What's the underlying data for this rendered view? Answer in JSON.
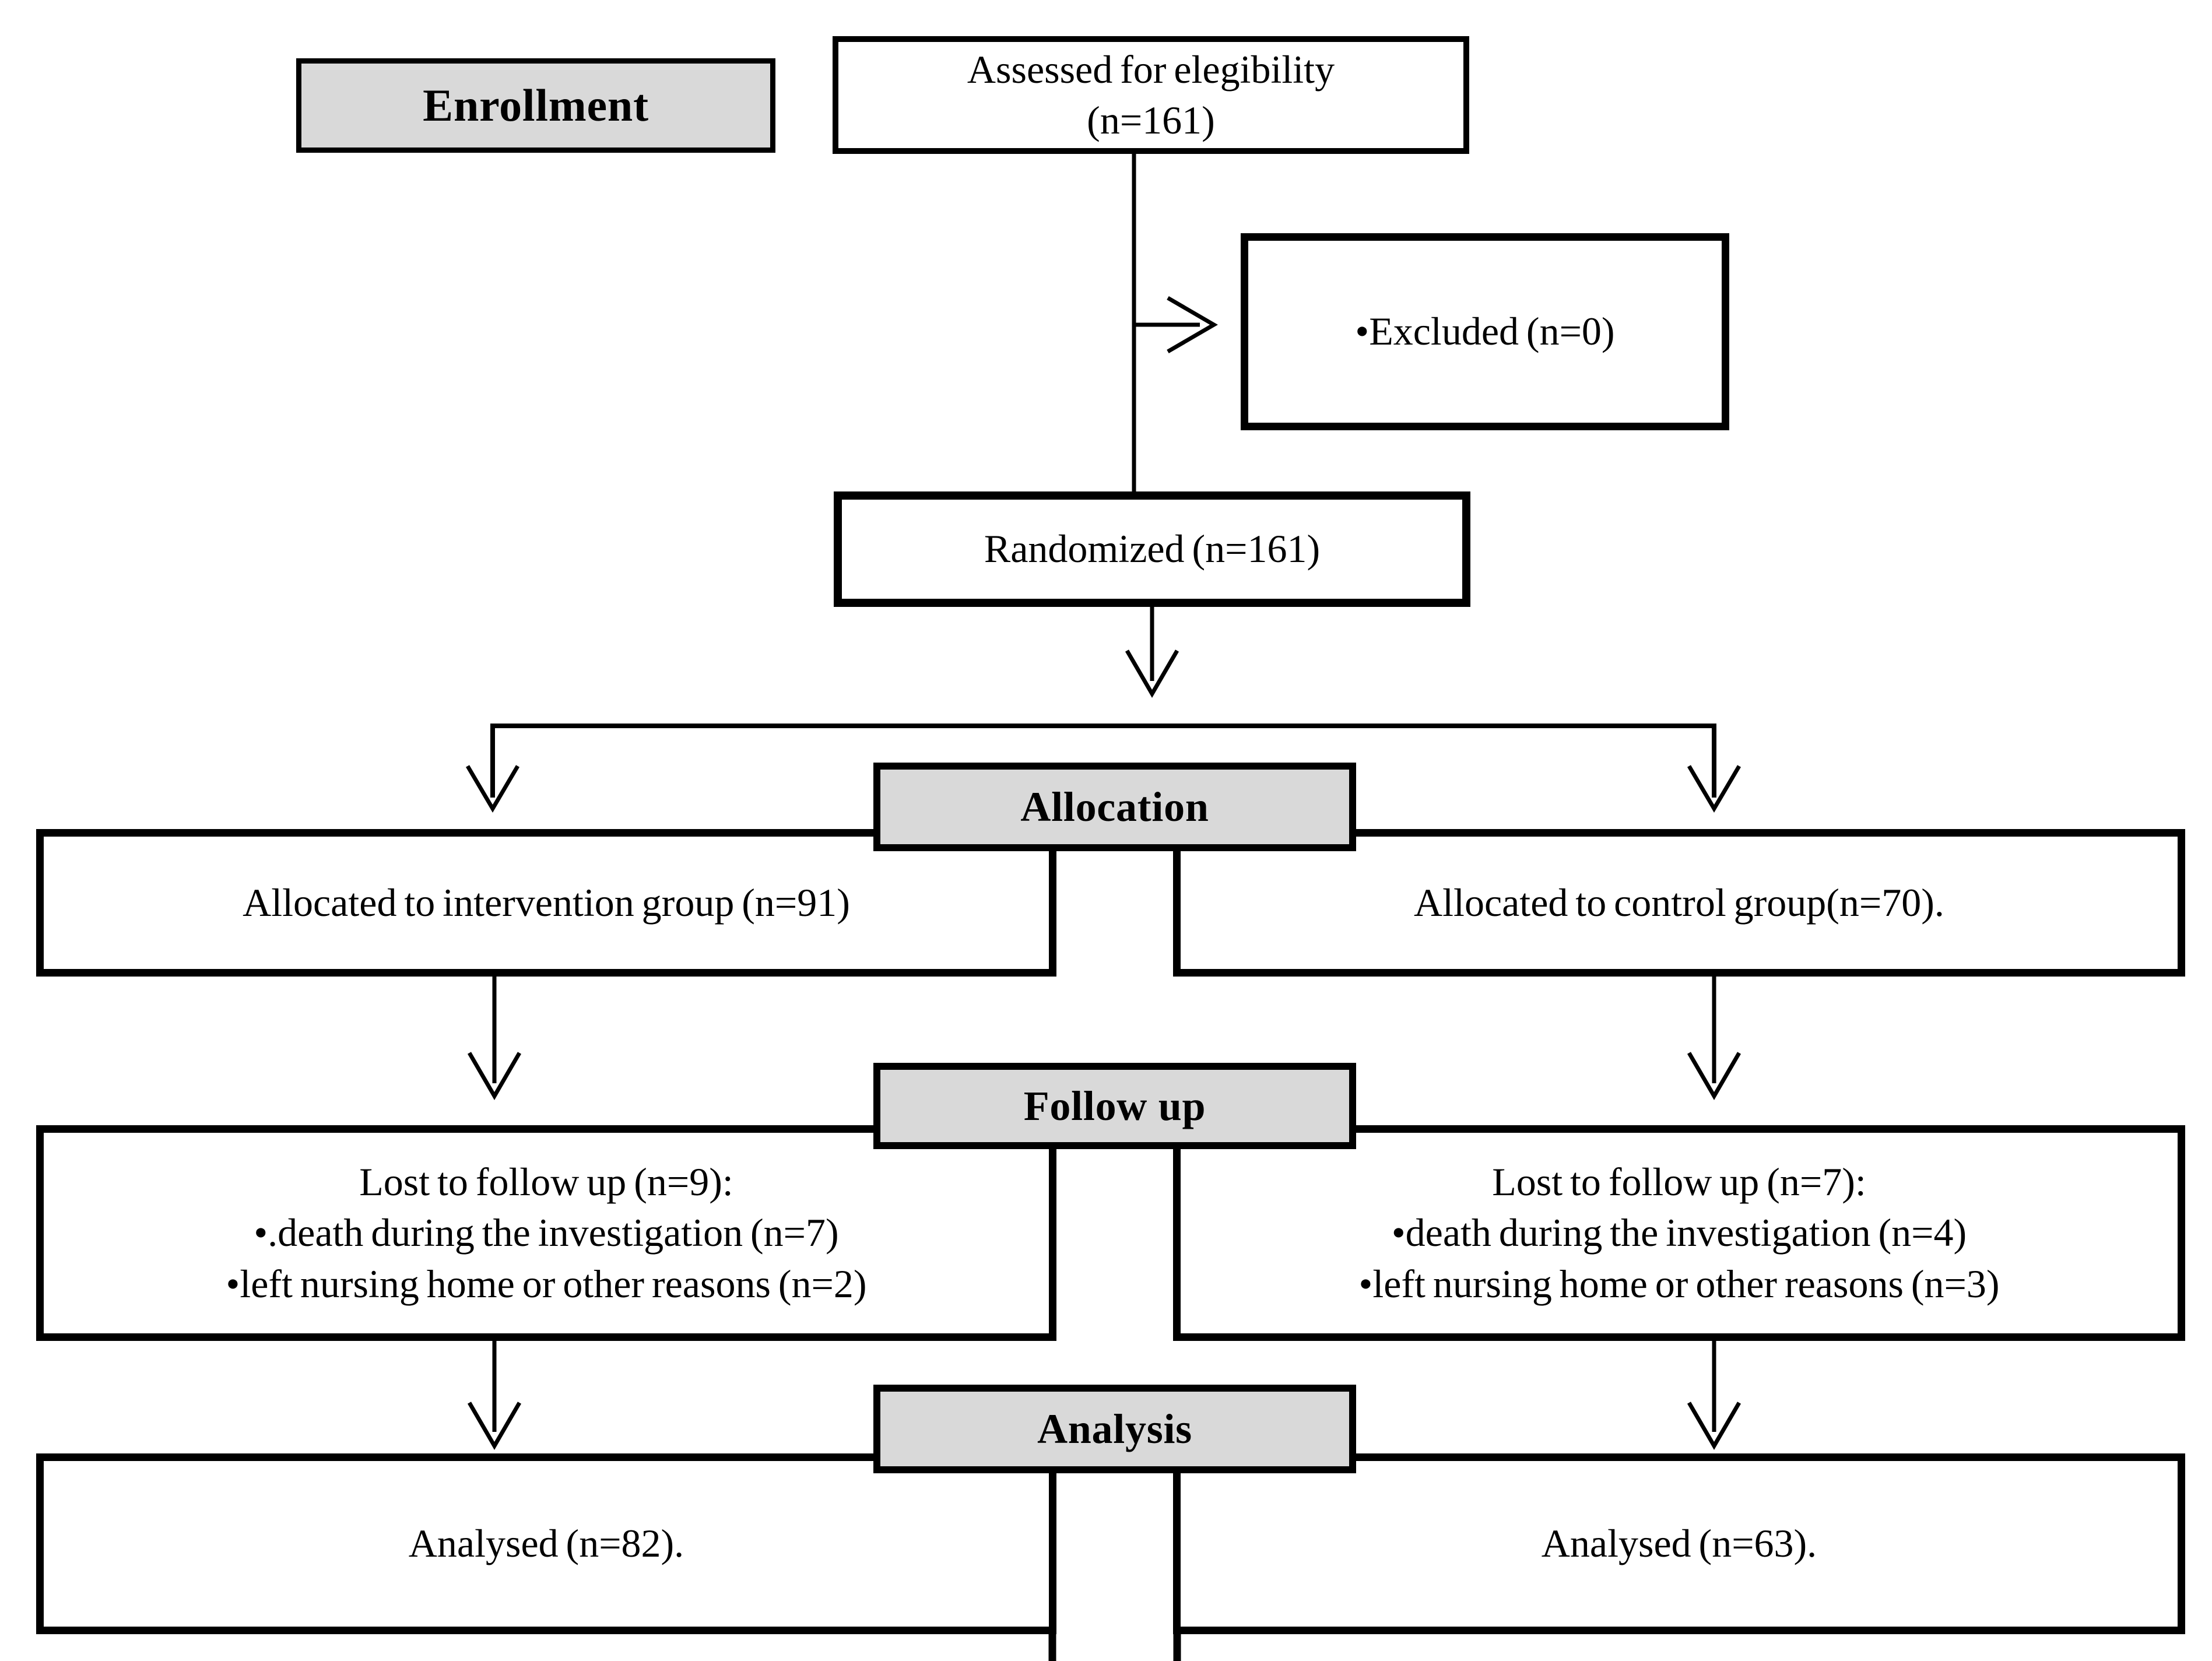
{
  "diagram": {
    "stage_labels": {
      "enrollment": "Enrollment",
      "allocation": "Allocation",
      "follow_up": "Follow up",
      "analysis": "Analysis"
    },
    "boxes": {
      "assessed": {
        "line1": "Assessed for elegibility",
        "line2": "(n=161)"
      },
      "excluded": {
        "text": "•Excluded (n=0)"
      },
      "randomized": {
        "text": "Randomized (n=161)"
      },
      "allocated_intervention": {
        "text": "Allocated to intervention group (n=91)"
      },
      "allocated_control": {
        "text": "Allocated to control group(n=70)."
      },
      "lost_intervention": {
        "title": "Lost to follow up (n=9):",
        "items": [
          "•.death during the investigation (n=7)",
          "•left nursing home or other reasons (n=2)"
        ]
      },
      "lost_control": {
        "title": "Lost to follow up (n=7):",
        "items": [
          "•death during the investigation (n=4)",
          "•left nursing home or other reasons (n=3)"
        ]
      },
      "analysed_intervention": {
        "text": "Analysed (n=82)."
      },
      "analysed_control": {
        "text": "Analysed (n=63)."
      }
    },
    "colors": {
      "label_fill": "#d9d9d9",
      "box_fill": "#ffffff",
      "border": "#000000",
      "text": "#000000",
      "background": "#ffffff"
    }
  }
}
